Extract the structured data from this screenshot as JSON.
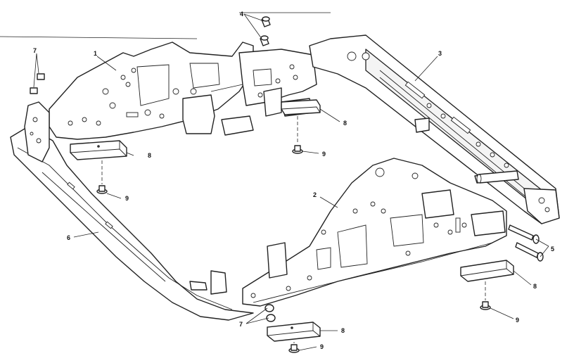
{
  "diagram": {
    "type": "exploded-parts-diagram",
    "callouts": {
      "c1": "1",
      "c2": "2",
      "c3": "3",
      "c4": "4",
      "c5": "5",
      "c6": "6",
      "c7a": "7",
      "c7b": "7",
      "c8a": "8",
      "c8b": "8",
      "c8c": "8",
      "c8d": "8",
      "c9a": "9",
      "c9b": "9",
      "c9c": "9",
      "c9d": "9"
    },
    "ink_color": "#222222",
    "background": "#ffffff"
  }
}
